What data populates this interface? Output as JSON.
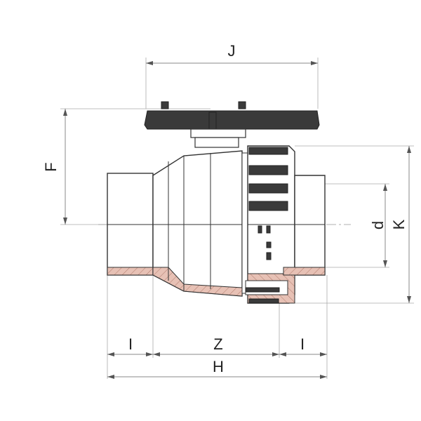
{
  "dimensions": {
    "J": "J",
    "F": "F",
    "d": "d",
    "K": "K",
    "I_left": "I",
    "Z": "Z",
    "I_right": "I",
    "H": "H"
  }
}
